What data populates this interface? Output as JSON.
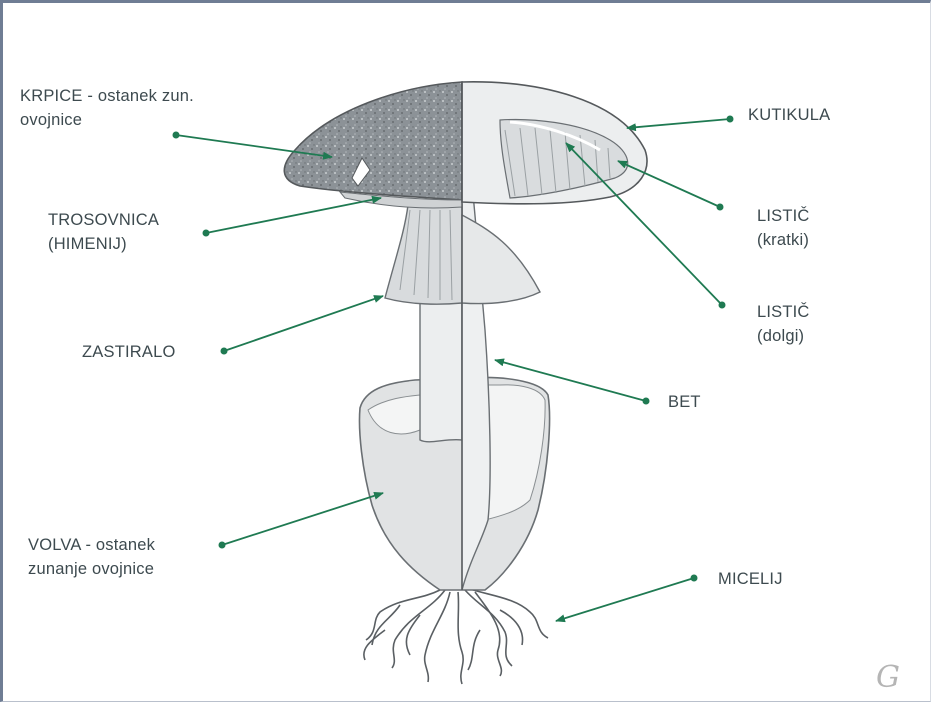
{
  "labels": {
    "krpice": [
      "KRPICE - ostanek zun.",
      "ovojnice"
    ],
    "trosovnica": [
      "TROSOVNICA",
      "(HIMENIJ)"
    ],
    "zastiralo": [
      "ZASTIRALO"
    ],
    "volva": [
      "VOLVA - ostanek",
      "zunanje ovojnice"
    ],
    "kutikula": [
      "KUTIKULA"
    ],
    "listic_kratki": [
      "LISTIČ",
      "(kratki)"
    ],
    "listic_dolgi": [
      "LISTIČ",
      "(dolgi)"
    ],
    "bet": [
      "BET"
    ],
    "micelij": [
      "MICELIJ"
    ]
  },
  "colors": {
    "pointer": "#1f7a52",
    "text": "#3d4a4f",
    "cap": "#8f959a",
    "tissue": "#e4e6e7",
    "outline": "#6a6f73"
  }
}
